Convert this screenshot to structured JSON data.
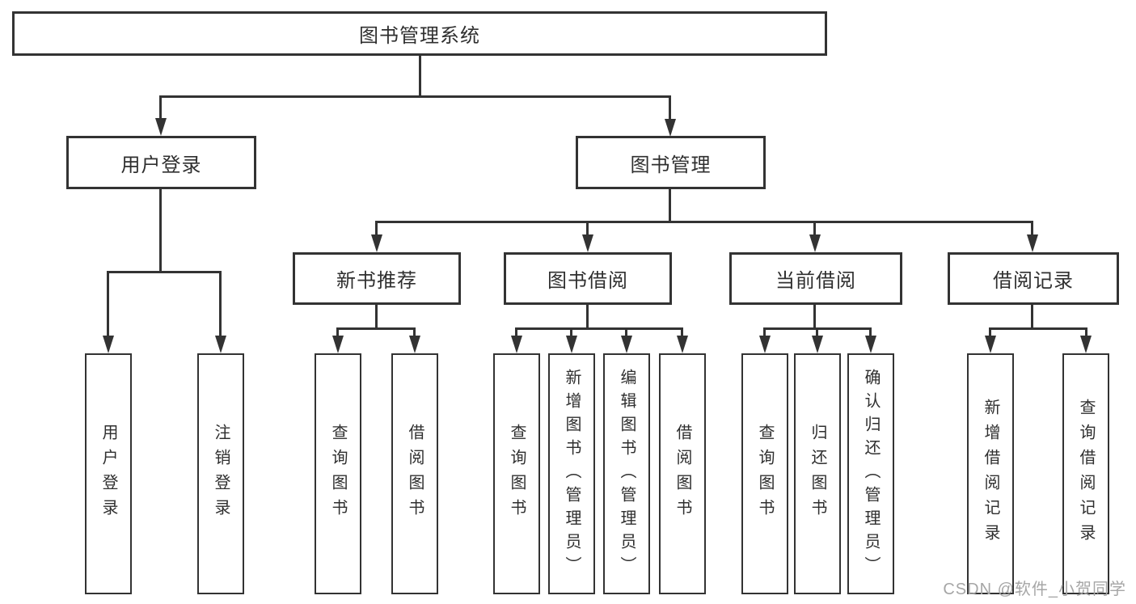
{
  "diagram": {
    "title": "图书管理系统",
    "watermark": "CSDN @软件_小贺同学",
    "colors": {
      "line": "#333333",
      "text": "#2f2f2f",
      "watermark": "#a6a6a6",
      "background": "#ffffff"
    },
    "nodes": {
      "root": {
        "label": "图书管理系统"
      },
      "user_login": {
        "label": "用户登录"
      },
      "book_mgmt": {
        "label": "图书管理"
      },
      "new_book_rec": {
        "label": "新书推荐"
      },
      "book_borrow": {
        "label": "图书借阅"
      },
      "current_borrow": {
        "label": "当前借阅"
      },
      "borrow_record": {
        "label": "借阅记录"
      },
      "leaf_user_login": {
        "label": "用户登录"
      },
      "leaf_logout": {
        "label": "注销登录"
      },
      "leaf_query_book_rec": {
        "label": "查询图书"
      },
      "leaf_borrow_book_rec": {
        "label": "借阅图书"
      },
      "leaf_query_book_borrow": {
        "label": "查询图书"
      },
      "leaf_add_book": {
        "label": "新增图书（管理员）"
      },
      "leaf_edit_book": {
        "label": "编辑图书（管理员）"
      },
      "leaf_borrow_book_borrow": {
        "label": "借阅图书"
      },
      "leaf_query_book_current": {
        "label": "查询图书"
      },
      "leaf_return_book": {
        "label": "归还图书"
      },
      "leaf_confirm_return": {
        "label": "确认归还（管理员）"
      },
      "leaf_add_borrow_record": {
        "label": "新增借阅记录"
      },
      "leaf_query_borrow_record": {
        "label": "查询借阅记录"
      }
    }
  }
}
